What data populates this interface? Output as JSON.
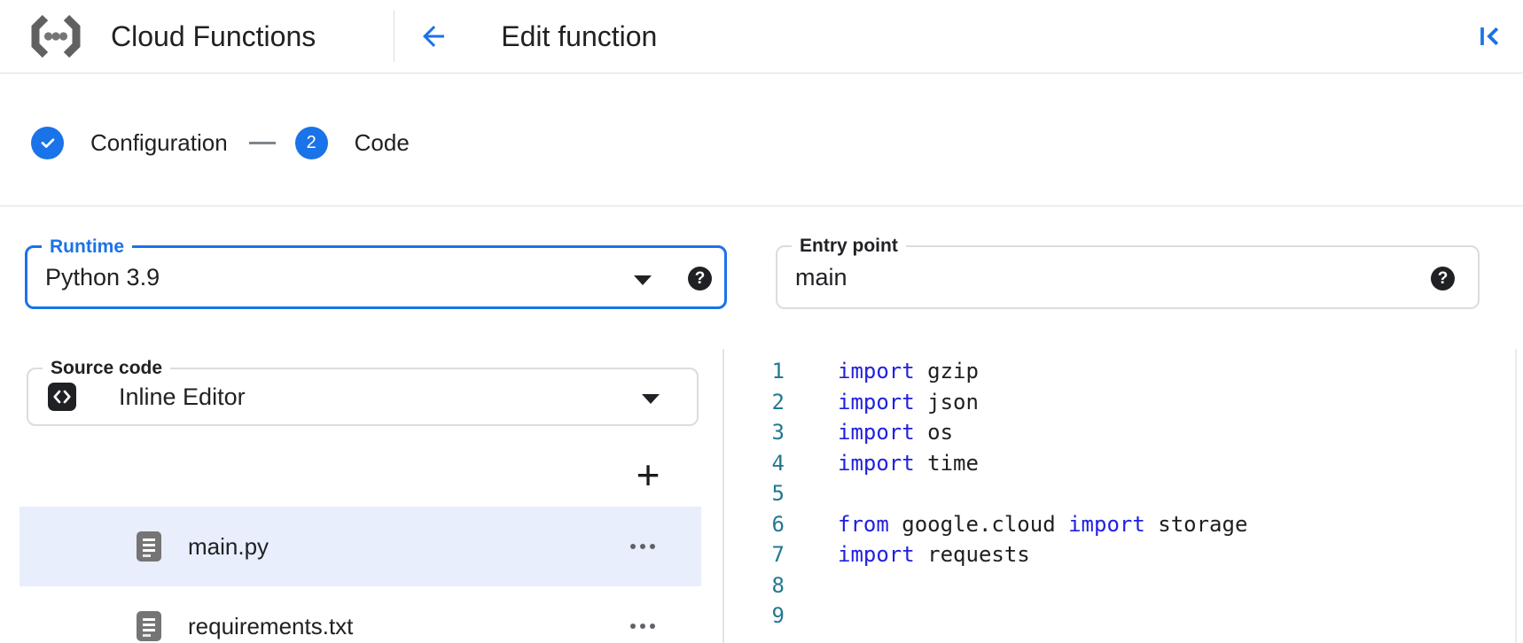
{
  "colors": {
    "accent_blue": "#1a73e8",
    "keyword_blue": "#2120e0",
    "line_number_teal": "#237893",
    "selected_row_bg": "#e8eefb"
  },
  "header": {
    "product_title": "Cloud Functions",
    "page_title": "Edit function"
  },
  "stepper": {
    "step1": {
      "label": "Configuration",
      "state": "complete"
    },
    "step2": {
      "label": "Code",
      "number": "2",
      "state": "current"
    }
  },
  "fields": {
    "runtime": {
      "label": "Runtime",
      "value": "Python 3.9",
      "focused": true
    },
    "entry_point": {
      "label": "Entry point",
      "value": "main"
    },
    "source_code": {
      "label": "Source code",
      "value": "Inline Editor"
    }
  },
  "file_explorer": {
    "add_button_glyph": "+",
    "files": [
      {
        "name": "main.py",
        "selected": true
      },
      {
        "name": "requirements.txt",
        "selected": false
      }
    ]
  },
  "editor": {
    "lines": [
      {
        "number": "1",
        "tokens": [
          {
            "type": "keyword",
            "text": "import"
          },
          {
            "type": "plain",
            "text": " gzip"
          }
        ]
      },
      {
        "number": "2",
        "tokens": [
          {
            "type": "keyword",
            "text": "import"
          },
          {
            "type": "plain",
            "text": " json"
          }
        ]
      },
      {
        "number": "3",
        "tokens": [
          {
            "type": "keyword",
            "text": "import"
          },
          {
            "type": "plain",
            "text": " os"
          }
        ]
      },
      {
        "number": "4",
        "tokens": [
          {
            "type": "keyword",
            "text": "import"
          },
          {
            "type": "plain",
            "text": " time"
          }
        ]
      },
      {
        "number": "5",
        "tokens": []
      },
      {
        "number": "6",
        "tokens": [
          {
            "type": "keyword",
            "text": "from"
          },
          {
            "type": "plain",
            "text": " google.cloud "
          },
          {
            "type": "keyword",
            "text": "import"
          },
          {
            "type": "plain",
            "text": " storage"
          }
        ]
      },
      {
        "number": "7",
        "tokens": [
          {
            "type": "keyword",
            "text": "import"
          },
          {
            "type": "plain",
            "text": " requests"
          }
        ]
      },
      {
        "number": "8",
        "tokens": []
      },
      {
        "number": "9",
        "tokens": []
      }
    ]
  }
}
